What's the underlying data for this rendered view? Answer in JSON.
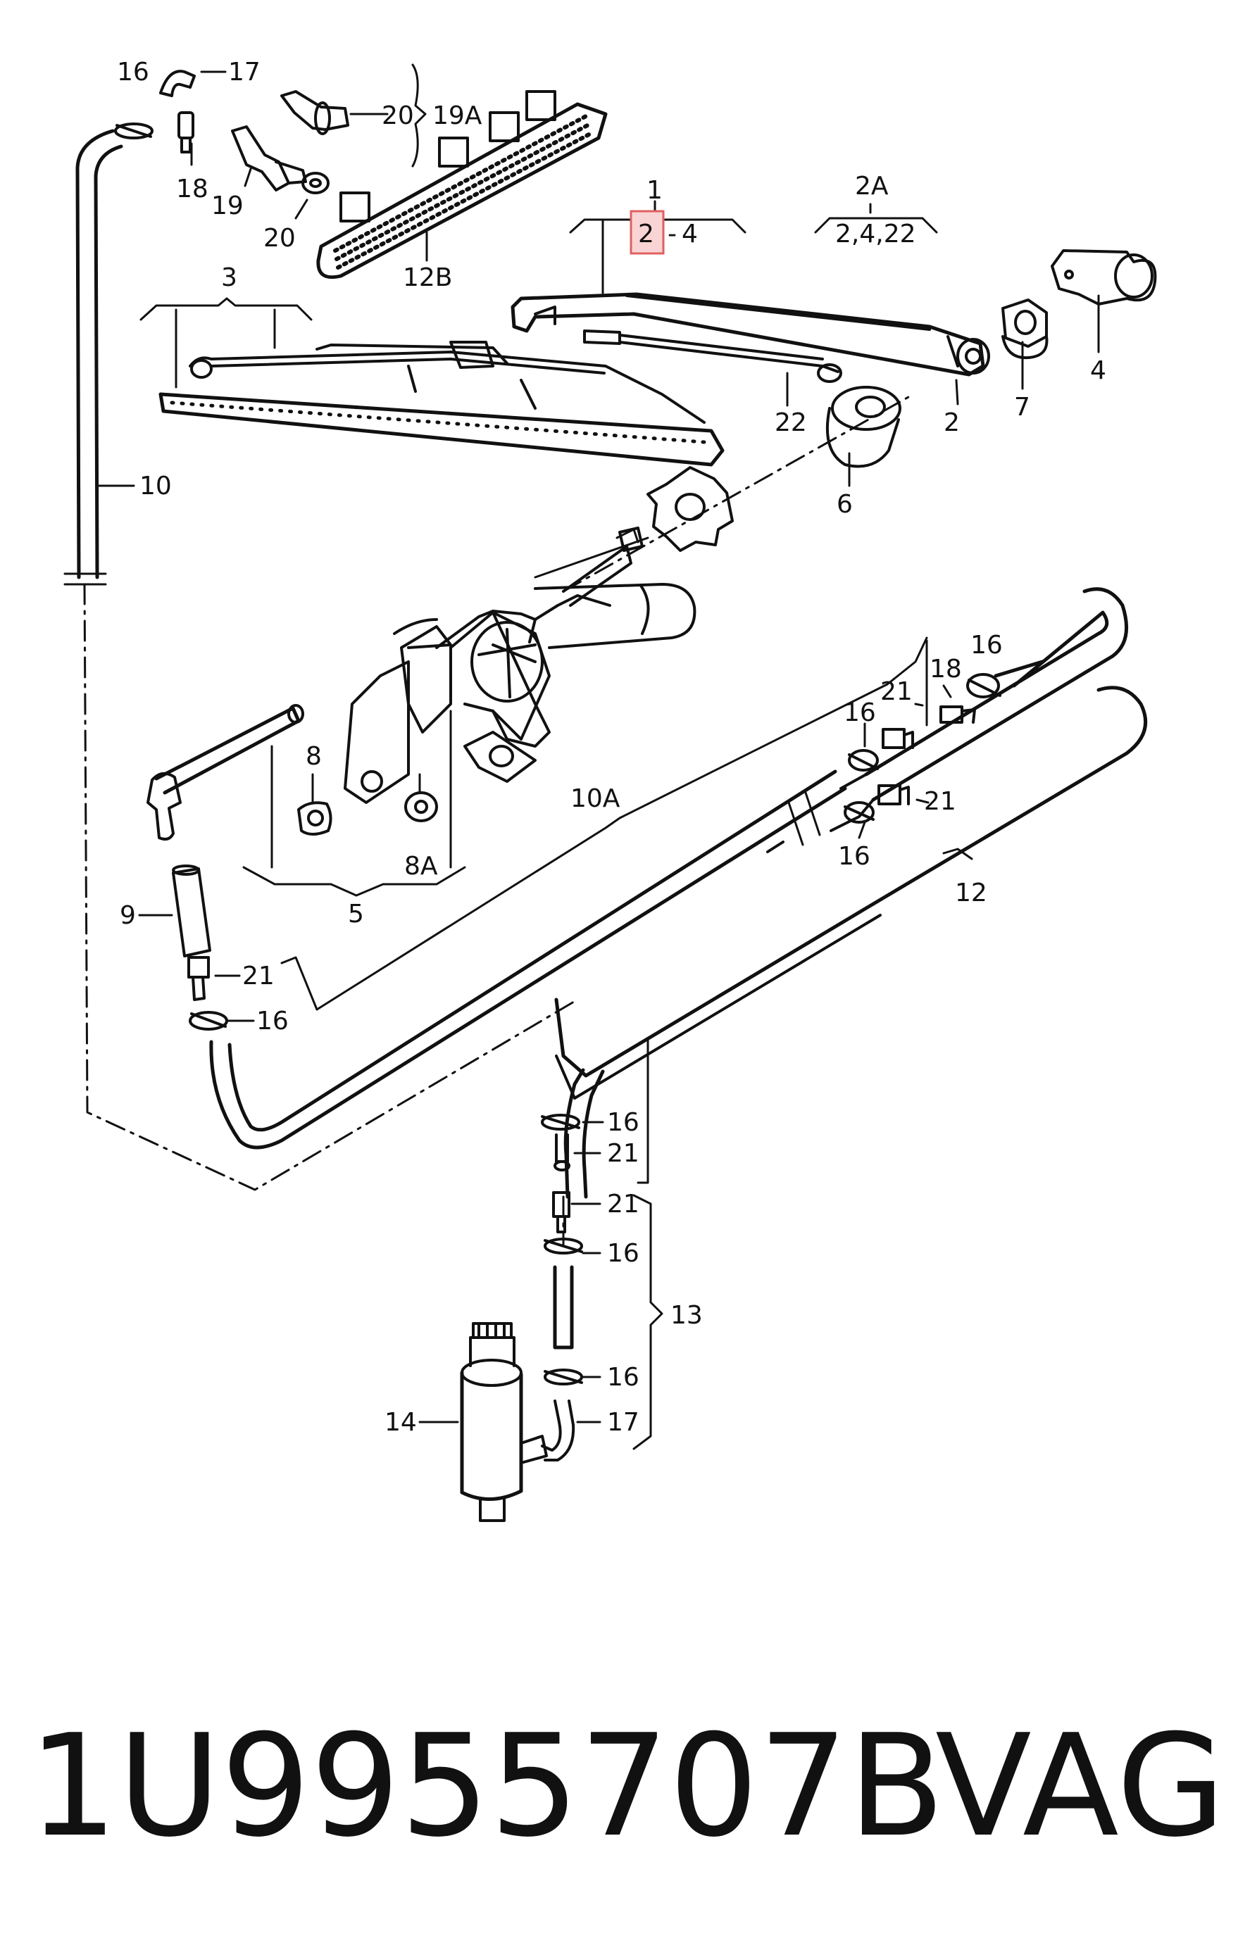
{
  "diagram": {
    "labels": {
      "l16a": "16",
      "l17a": "17",
      "l20a": "20",
      "l19A": "19A",
      "l18a": "18",
      "l19": "19",
      "l20b": "20",
      "l12B": "12B",
      "l1": "1",
      "l2hl": "2",
      "l4a": "4",
      "l2A": "2A",
      "l2422": "2,4,22",
      "l3": "3",
      "l10": "10",
      "l22": "22",
      "l2b": "2",
      "l6": "6",
      "l7": "7",
      "l4b": "4",
      "l18b": "18",
      "l16b": "16",
      "l21a": "21",
      "l16c": "16",
      "l21b": "21",
      "l16d": "16",
      "l10A": "10A",
      "l8": "8",
      "l8A": "8A",
      "l5": "5",
      "l9": "9",
      "l21c": "21",
      "l16e": "16",
      "l12": "12",
      "l16f": "16",
      "l21d": "21",
      "l21e": "21",
      "l16g": "16",
      "l13": "13",
      "l16h": "16",
      "l14": "14",
      "l17b": "17"
    },
    "highlighted_label": "2"
  },
  "footer": {
    "part_number": "1U9955707B",
    "brand": "VAG"
  }
}
